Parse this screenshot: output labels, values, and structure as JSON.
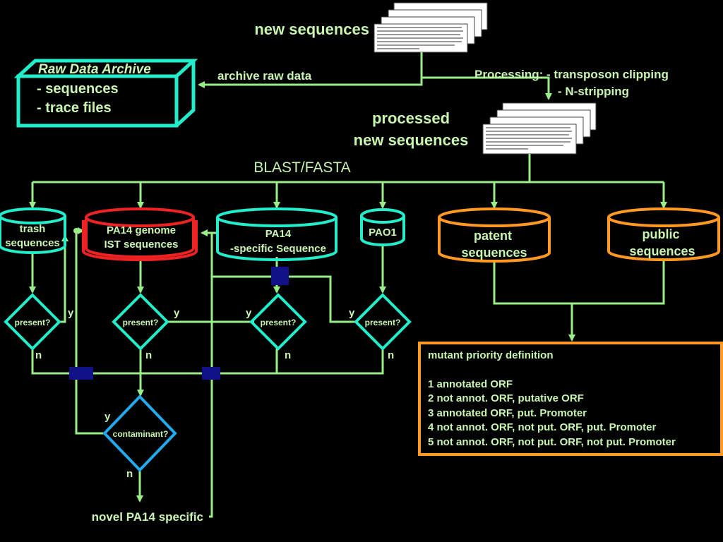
{
  "nodes": {
    "new_sequences": "new sequences",
    "raw_archive_title": "Raw Data Archive",
    "raw_archive_lines": [
      "- sequences",
      "- trace files"
    ],
    "archive_raw_data": "archive raw data",
    "processing_line1": "Processing: - transposon clipping",
    "processing_line2": "- N-stripping",
    "processed_line1": "processed",
    "processed_line2": "new sequences",
    "blast": "BLAST/FASTA",
    "trash": [
      "trash",
      "sequences"
    ],
    "pa14_genome": [
      "PA14 genome",
      "IST sequences"
    ],
    "pa14_specific": [
      "PA14",
      "-specific Sequence"
    ],
    "pao1": "PAO1",
    "patent": [
      "patent",
      "sequences"
    ],
    "public": [
      "public",
      "sequences"
    ],
    "present": "present?",
    "contaminant": "contaminant?",
    "yes": "y",
    "no": "n",
    "novel": "novel PA14 specific"
  },
  "priority": {
    "title": "mutant priority definition",
    "items": [
      "1 annotated ORF",
      "2 not annot. ORF, putative ORF",
      "3 annotated ORF, put. Promoter",
      "4 not annot. ORF, not put. ORF, put. Promoter",
      "5 not annot. ORF, not put. ORF, not put. Promoter"
    ]
  },
  "colors": {
    "background": "#000000",
    "line": "#99ee88",
    "text": "#c8f5b0",
    "teal": "#22eecc",
    "red": "#ee2222",
    "orange": "#ff9922",
    "blue": "#22aaee",
    "navy": "#111188"
  }
}
